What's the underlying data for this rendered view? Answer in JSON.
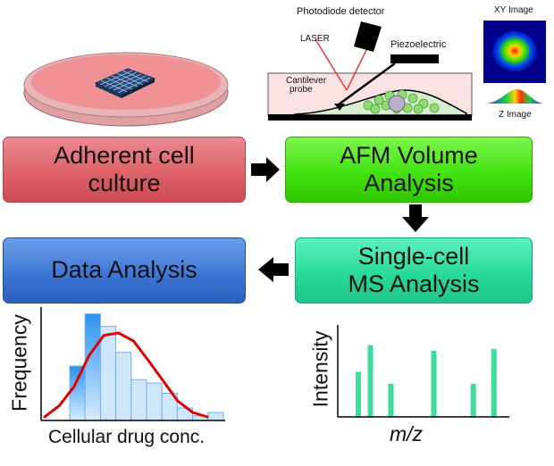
{
  "boxes": {
    "adherent": "Adherent cell\nculture",
    "afm": "AFM Volume\nAnalysis",
    "ms": "Single-cell\nMS Analysis",
    "data": "Data Analysis"
  },
  "afm_setup": {
    "photodiode": "Photodiode detector",
    "laser": "LASER",
    "piezo": "Piezoelectric",
    "cantilever": "Cantilever",
    "probe": "probe",
    "xy_image": "XY Image",
    "z_image": "Z Image"
  },
  "colors": {
    "adherent": "#dc5e66",
    "afm": "#3ee00c",
    "ms": "#27d897",
    "data": "#3b74d4",
    "histogram_curve": "#e00000",
    "spectrum_peaks": "#3ddc9a"
  },
  "chart_data": [
    {
      "type": "bar",
      "xlabel": "Cellular drug conc.",
      "ylabel": "Frequency",
      "values": [
        0.48,
        0.94,
        0.83,
        0.6,
        0.36,
        0.33,
        0.24,
        0.11,
        0.04,
        0.07
      ],
      "ylim": [
        0,
        1
      ],
      "curve": [
        0.0,
        0.1,
        0.27,
        0.54,
        0.72,
        0.74,
        0.67,
        0.5,
        0.32,
        0.14,
        0.04,
        0.0
      ]
    },
    {
      "type": "bar",
      "xlabel": "m/z",
      "ylabel": "Intensity",
      "values": [
        0.49,
        0.78,
        0.36,
        0.72,
        0.36,
        0.74
      ],
      "positions": [
        0.12,
        0.19,
        0.31,
        0.56,
        0.79,
        0.91
      ],
      "ylim": [
        0,
        1
      ]
    }
  ]
}
